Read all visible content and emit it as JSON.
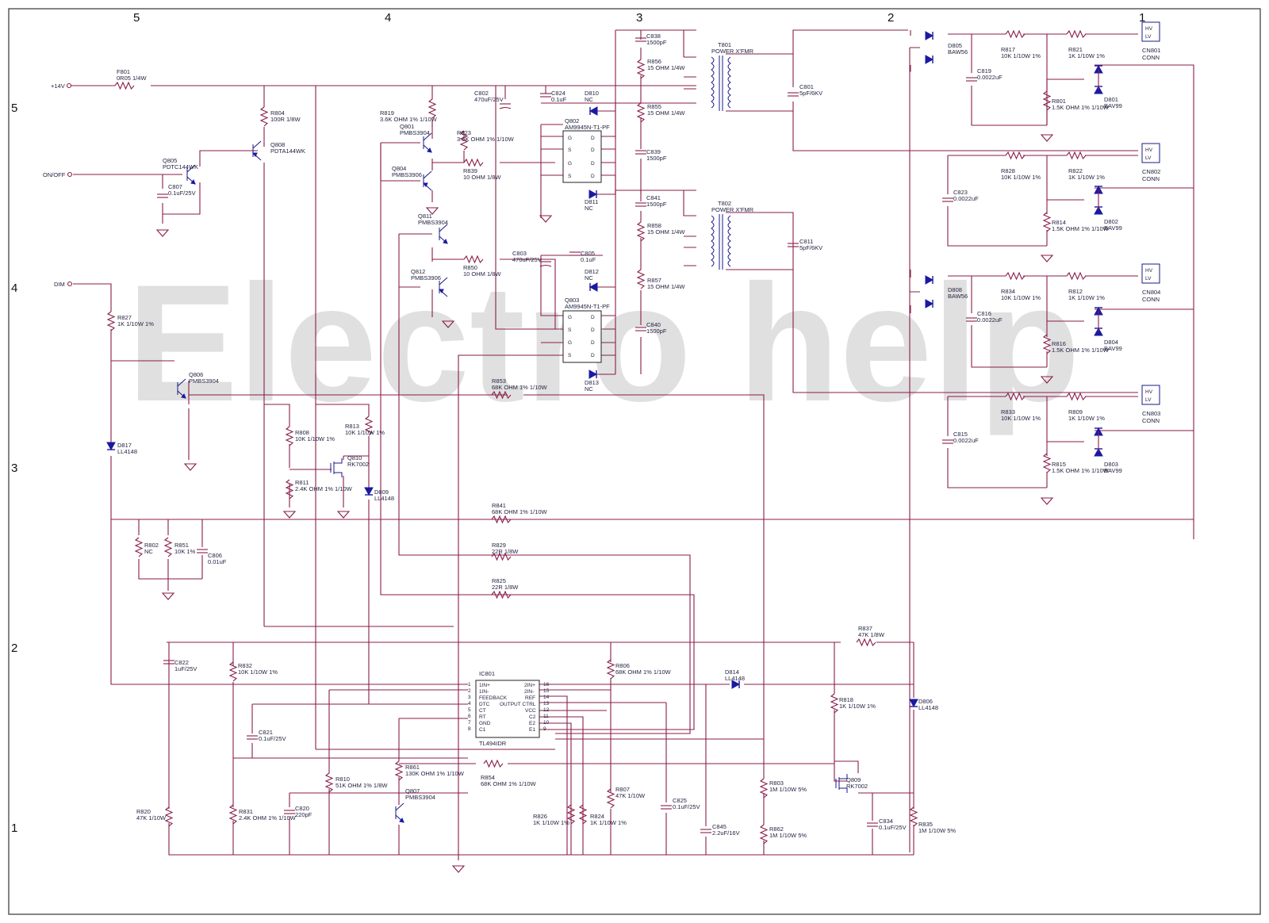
{
  "watermark": "Electro help",
  "zones": {
    "top": [
      "5",
      "4",
      "3",
      "2",
      "1"
    ],
    "left": [
      "5",
      "4",
      "3",
      "2",
      "1"
    ]
  },
  "ports": {
    "p14v": "+14V",
    "onoff": "ON/OFF",
    "dim": "DIM"
  },
  "connectors": [
    {
      "ref": "CN801",
      "type": "CONN",
      "pin1": "HV",
      "pin2": "LV"
    },
    {
      "ref": "CN802",
      "type": "CONN",
      "pin1": "HV",
      "pin2": "LV"
    },
    {
      "ref": "CN804",
      "type": "CONN",
      "pin1": "HV",
      "pin2": "LV"
    },
    {
      "ref": "CN803",
      "type": "CONN",
      "pin1": "HV",
      "pin2": "LV"
    }
  ],
  "transformers": [
    {
      "ref": "T801",
      "value": "POWER X'FMR"
    },
    {
      "ref": "T802",
      "value": "POWER X'FMR"
    }
  ],
  "ic": {
    "ref": "IC801",
    "part": "TL494IDR",
    "left_pins": [
      {
        "num": "1",
        "name": "1IN+"
      },
      {
        "num": "2",
        "name": "1IN-"
      },
      {
        "num": "3",
        "name": "FEEDBACK"
      },
      {
        "num": "4",
        "name": "DTC"
      },
      {
        "num": "5",
        "name": "CT"
      },
      {
        "num": "6",
        "name": "RT"
      },
      {
        "num": "7",
        "name": "GND"
      },
      {
        "num": "8",
        "name": "C1"
      }
    ],
    "right_pins": [
      {
        "num": "16",
        "name": "2IN+"
      },
      {
        "num": "15",
        "name": "2IN-"
      },
      {
        "num": "14",
        "name": "REF"
      },
      {
        "num": "13",
        "name": "OUTPUT CTRL"
      },
      {
        "num": "12",
        "name": "VCC"
      },
      {
        "num": "11",
        "name": "C2"
      },
      {
        "num": "10",
        "name": "E2"
      },
      {
        "num": "9",
        "name": "E1"
      }
    ]
  },
  "mosfets": [
    {
      "ref": "Q802",
      "part": "AM9945N-T1-PF"
    },
    {
      "ref": "Q803",
      "part": "AM9945N-T1-PF"
    }
  ],
  "mosfet_pins": {
    "g": "G",
    "s": "S",
    "d": "D"
  },
  "transistors": [
    {
      "ref": "Q805",
      "part": "PDTC144WK"
    },
    {
      "ref": "Q808",
      "part": "PDTA144WK"
    },
    {
      "ref": "Q801",
      "part": "PMBS3904"
    },
    {
      "ref": "Q804",
      "part": "PMBS3906"
    },
    {
      "ref": "Q811",
      "part": "PMBS3904"
    },
    {
      "ref": "Q812",
      "part": "PMBS3906"
    },
    {
      "ref": "Q806",
      "part": "PMBS3904"
    },
    {
      "ref": "Q810",
      "part": "RK7002"
    },
    {
      "ref": "Q807",
      "part": "PMBS3904"
    },
    {
      "ref": "Q809",
      "part": "RK7002"
    }
  ],
  "resistors": [
    {
      "ref": "F801",
      "value": "0R05 1/4W"
    },
    {
      "ref": "R804",
      "value": "100R 1/8W"
    },
    {
      "ref": "R819",
      "value": "3.6K OHM 1% 1/10W"
    },
    {
      "ref": "R823",
      "value": "3.6K OHM 1% 1/10W"
    },
    {
      "ref": "R839",
      "value": "10 OHM 1/8W"
    },
    {
      "ref": "R850",
      "value": "10 OHM 1/8W"
    },
    {
      "ref": "R856",
      "value": "15 OHM 1/4W"
    },
    {
      "ref": "R855",
      "value": "15 OHM 1/4W"
    },
    {
      "ref": "R858",
      "value": "15 OHM 1/4W"
    },
    {
      "ref": "R857",
      "value": "15 OHM 1/4W"
    },
    {
      "ref": "R827",
      "value": "1K 1/10W 1%"
    },
    {
      "ref": "R853",
      "value": "68K OHM 1% 1/10W"
    },
    {
      "ref": "R808",
      "value": "10K 1/10W 1%"
    },
    {
      "ref": "R813",
      "value": "10K 1/10W 1%"
    },
    {
      "ref": "R811",
      "value": "2.4K OHM 1% 1/10W"
    },
    {
      "ref": "R841",
      "value": "68K OHM 1% 1/10W"
    },
    {
      "ref": "R802",
      "value": "NC"
    },
    {
      "ref": "R851",
      "value": "10K 1%"
    },
    {
      "ref": "R829",
      "value": "22R 1/8W"
    },
    {
      "ref": "R825",
      "value": "22R 1/8W"
    },
    {
      "ref": "R837",
      "value": "47K 1/8W"
    },
    {
      "ref": "R832",
      "value": "10K 1/10W 1%"
    },
    {
      "ref": "R806",
      "value": "68K OHM 1% 1/10W"
    },
    {
      "ref": "R818",
      "value": "1K 1/10W 1%"
    },
    {
      "ref": "R861",
      "value": "130K OHM 1% 1/10W"
    },
    {
      "ref": "R854",
      "value": "68K OHM 1% 1/10W"
    },
    {
      "ref": "R810",
      "value": "51K OHM 1% 1/8W"
    },
    {
      "ref": "R807",
      "value": "47K 1/10W"
    },
    {
      "ref": "R803",
      "value": "1M 1/10W 5%"
    },
    {
      "ref": "R820",
      "value": "47K 1/10W"
    },
    {
      "ref": "R831",
      "value": "2.4K OHM 1% 1/10W"
    },
    {
      "ref": "R826",
      "value": "1K 1/10W 1%"
    },
    {
      "ref": "R824",
      "value": "1K 1/10W 1%"
    },
    {
      "ref": "R862",
      "value": "1M 1/10W 5%"
    },
    {
      "ref": "R835",
      "value": "1M 1/10W 5%"
    },
    {
      "ref": "R817",
      "value": "10K 1/10W 1%"
    },
    {
      "ref": "R821",
      "value": "1K 1/10W 1%"
    },
    {
      "ref": "R801",
      "value": "1.5K OHM 1% 1/10W"
    },
    {
      "ref": "R828",
      "value": "10K 1/10W 1%"
    },
    {
      "ref": "R822",
      "value": "1K 1/10W 1%"
    },
    {
      "ref": "R814",
      "value": "1.5K OHM 1% 1/10W"
    },
    {
      "ref": "R834",
      "value": "10K 1/10W 1%"
    },
    {
      "ref": "R812",
      "value": "1K 1/10W 1%"
    },
    {
      "ref": "R816",
      "value": "1.5K OHM 1% 1/10W"
    },
    {
      "ref": "R833",
      "value": "10K 1/10W 1%"
    },
    {
      "ref": "R809",
      "value": "1K 1/10W 1%"
    },
    {
      "ref": "R815",
      "value": "1.5K OHM 1% 1/10W"
    }
  ],
  "capacitors": [
    {
      "ref": "C807",
      "value": "0.1uF/25V"
    },
    {
      "ref": "C802",
      "value": "470uF/25V"
    },
    {
      "ref": "C824",
      "value": "0.1uF"
    },
    {
      "ref": "C838",
      "value": "1500pF"
    },
    {
      "ref": "C839",
      "value": "1500pF"
    },
    {
      "ref": "C841",
      "value": "1500pF"
    },
    {
      "ref": "C803",
      "value": "470uF/25V"
    },
    {
      "ref": "C805",
      "value": "0.1uF"
    },
    {
      "ref": "C840",
      "value": "1500pF"
    },
    {
      "ref": "C801",
      "value": "5pF/6KV"
    },
    {
      "ref": "C811",
      "value": "5pF/6KV"
    },
    {
      "ref": "C806",
      "value": "0.01uF"
    },
    {
      "ref": "C822",
      "value": "1uF/25V"
    },
    {
      "ref": "C821",
      "value": "0.1uF/25V"
    },
    {
      "ref": "C820",
      "value": "220pF"
    },
    {
      "ref": "C825",
      "value": "0.1uF/25V"
    },
    {
      "ref": "C845",
      "value": "2.2uF/16V"
    },
    {
      "ref": "C834",
      "value": "0.1uF/25V"
    },
    {
      "ref": "C819",
      "value": "0.0022uF"
    },
    {
      "ref": "C823",
      "value": "0.0022uF"
    },
    {
      "ref": "C816",
      "value": "0.0022uF"
    },
    {
      "ref": "C815",
      "value": "0.0022uF"
    }
  ],
  "diodes": [
    {
      "ref": "D810",
      "value": "NC"
    },
    {
      "ref": "D811",
      "value": "NC"
    },
    {
      "ref": "D812",
      "value": "NC"
    },
    {
      "ref": "D813",
      "value": "NC"
    },
    {
      "ref": "D817",
      "value": "LL4148"
    },
    {
      "ref": "D809",
      "value": "LL4148"
    },
    {
      "ref": "D814",
      "value": "LL4148"
    },
    {
      "ref": "D806",
      "value": "LL4148"
    },
    {
      "ref": "D805",
      "value": "BAW56"
    },
    {
      "ref": "D808",
      "value": "BAW56"
    },
    {
      "ref": "D801",
      "value": "BAV99"
    },
    {
      "ref": "D802",
      "value": "BAV99"
    },
    {
      "ref": "D804",
      "value": "BAV99"
    },
    {
      "ref": "D803",
      "value": "BAV99"
    }
  ]
}
